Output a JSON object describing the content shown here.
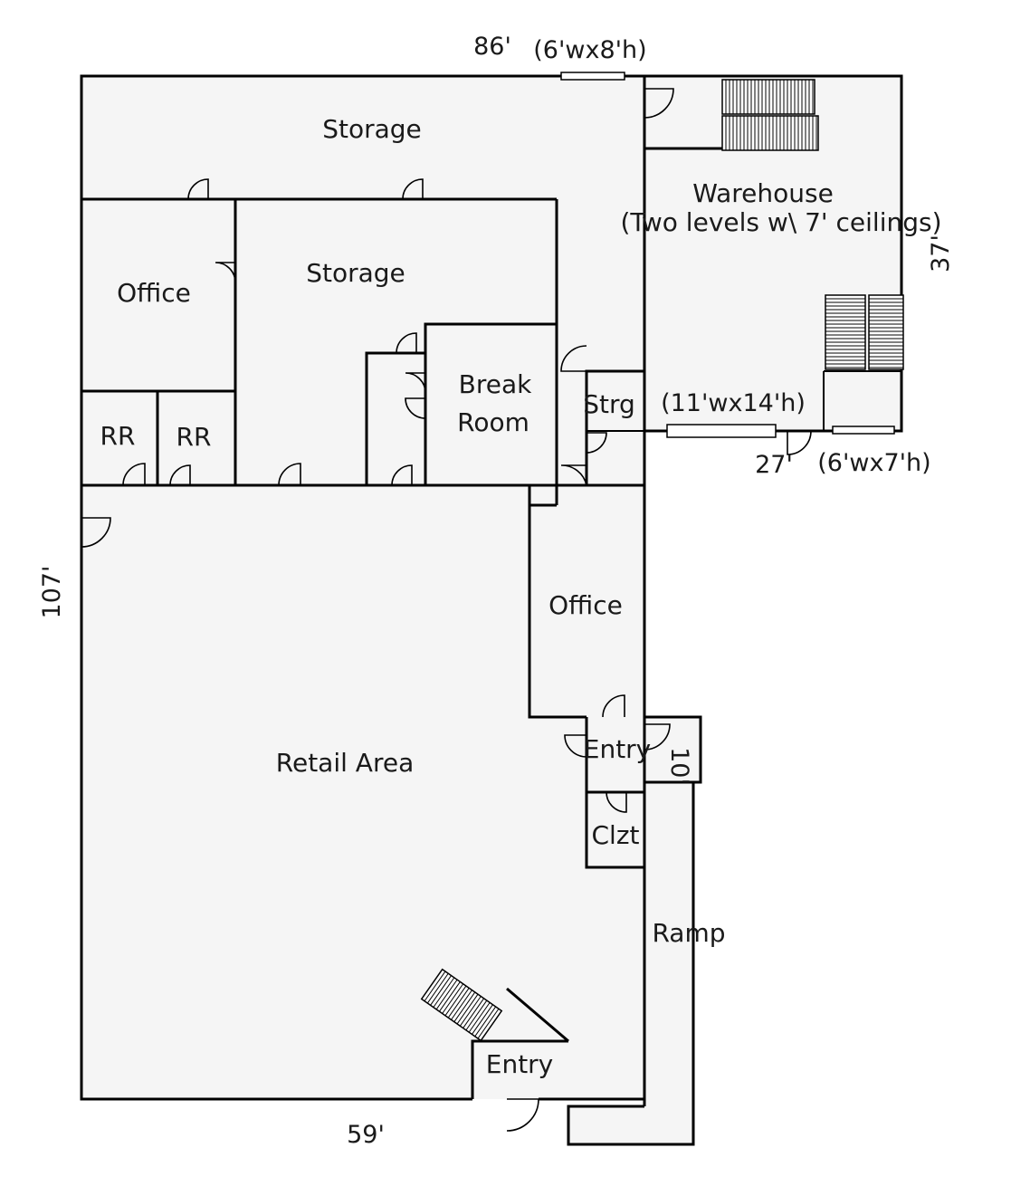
{
  "rooms": {
    "storage_top": "Storage",
    "storage_mid": "Storage",
    "office_left": "Office",
    "rr_1": "RR",
    "rr_2": "RR",
    "break_room_line1": "Break",
    "break_room_line2": "Room",
    "strg": "Strg",
    "office_right": "Office",
    "warehouse_line1": "Warehouse",
    "warehouse_line2": "(Two levels w\\ 7' ceilings)",
    "retail_area": "Retail Area",
    "entry_side": "Entry",
    "clzt": "Clzt",
    "ramp": "Ramp",
    "entry_front": "Entry"
  },
  "dimensions": {
    "top_width": "86'",
    "top_door": "(6'wx8'h)",
    "right_height": "37'",
    "side_door": "(11'wx14'h)",
    "right_lower_width": "27'",
    "right_lower_door": "(6'wx7'h)",
    "left_height": "107'",
    "bottom_width": "59'",
    "entry_box_dim": "10'"
  }
}
